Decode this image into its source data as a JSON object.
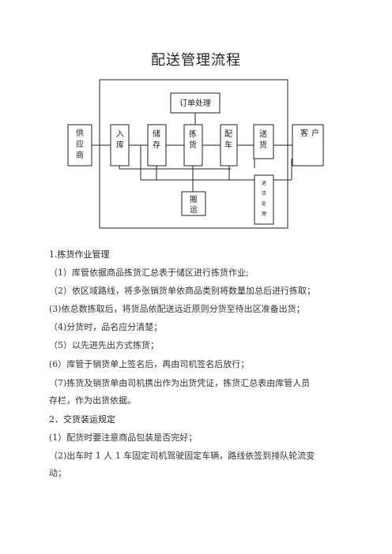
{
  "title": "配送管理流程",
  "flow": {
    "order": "订单处理",
    "supplier": [
      "供",
      "应",
      "商"
    ],
    "inbound": [
      "入",
      "库"
    ],
    "storage": [
      "储",
      "存"
    ],
    "picking": [
      "拣",
      "货"
    ],
    "allocation": [
      "配",
      "车"
    ],
    "delivery": [
      "送",
      "货"
    ],
    "customer": [
      "客",
      "户"
    ],
    "handling": [
      "搬",
      "运"
    ],
    "returns": [
      "退",
      "货",
      "处",
      "理"
    ]
  },
  "content": {
    "section1_title": "1.拣货作业管理",
    "p1": "（1）库管依据商品拣货汇总表于储区进行拣货作业;",
    "p2": "（2）依区域路线，将多张销货单依商品类别将数量加总后进行拣取；",
    "p3": "(3)依总数拣取后，将货品依配送远近原则分货至待出区准备出货；",
    "p4": "（4)分货时，品名应分清楚；",
    "p5": "（5）以先进先出方式拣货；",
    "p6": "(6）库管于销货单上签名后，再由司机签名后放行；",
    "p7a": "（7)拣货及销货单由司机携出作为出货凭证，拣货汇总表由库管人员",
    "p7b": "存栏，作为出货依据。",
    "section2_title": "2．交货装运规定",
    "p8": "(1）配货时要注意商品包装是否完好；",
    "p9a": "（2)出车时 1 人 1 车固定司机驾驶固定车辆，路线依签到排队轮流变",
    "p9b": "动；"
  }
}
